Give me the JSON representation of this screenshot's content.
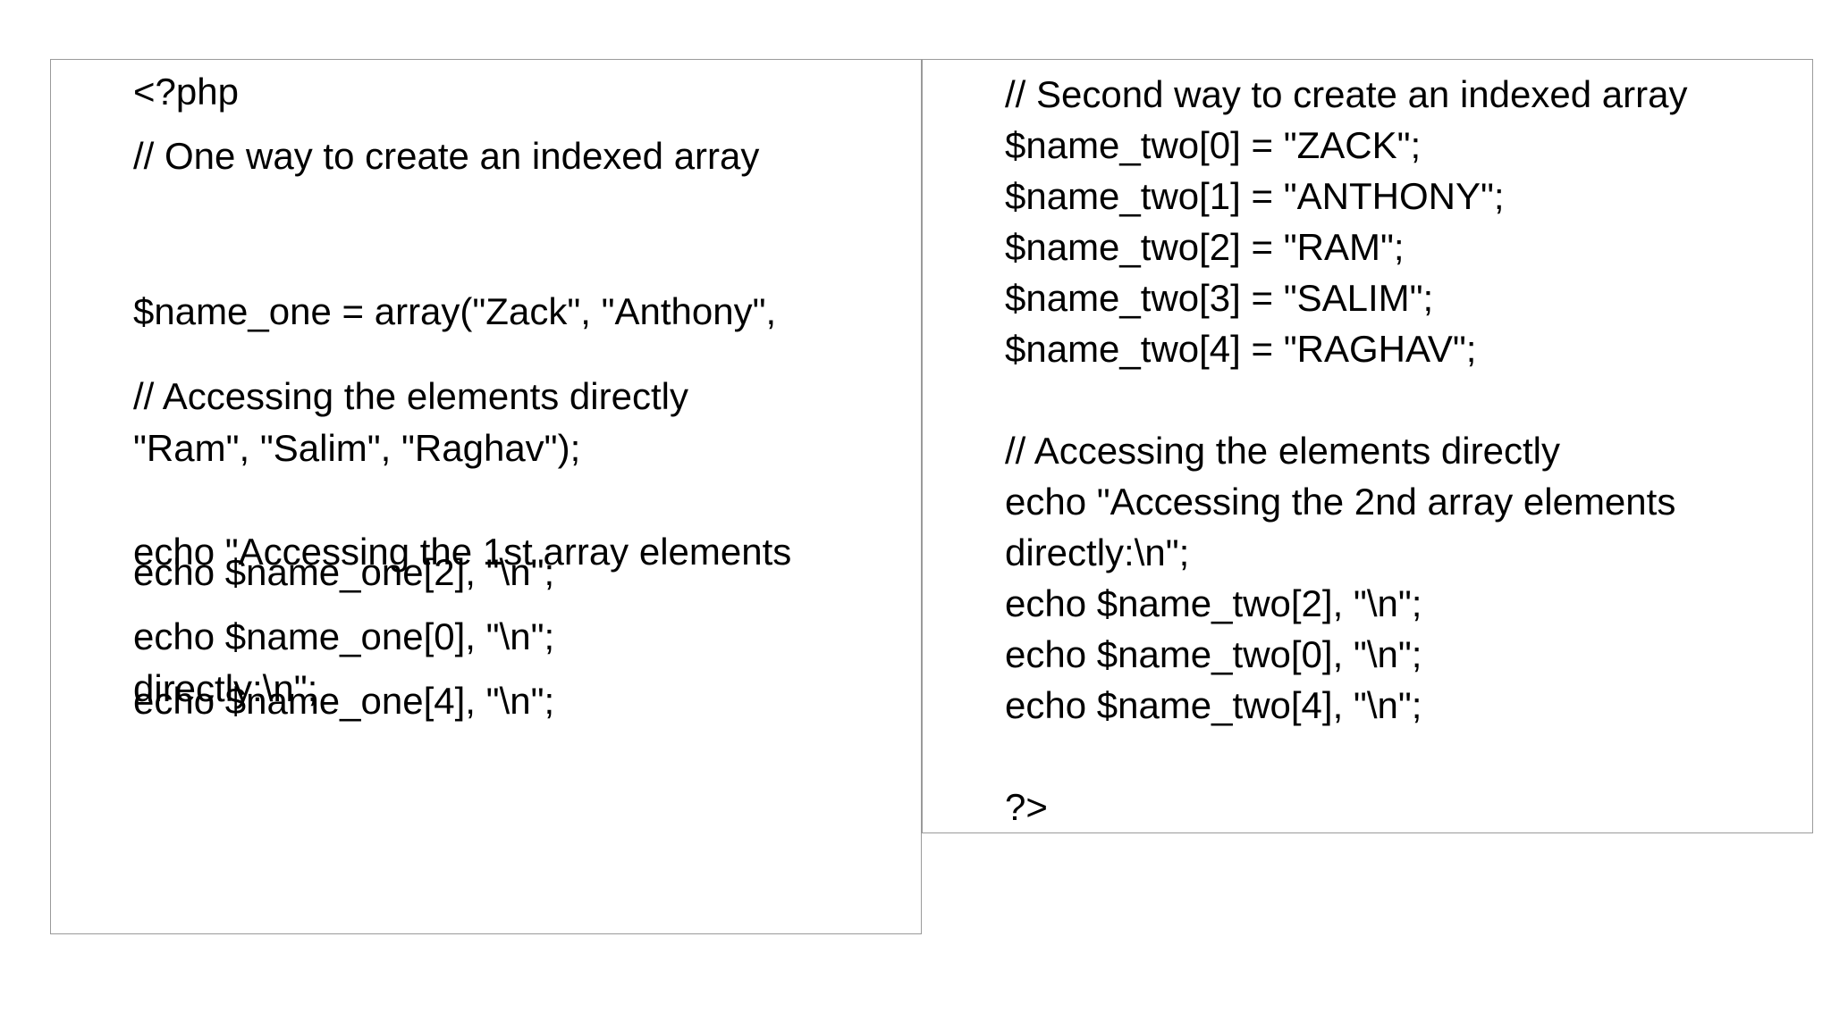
{
  "left_panel": {
    "open_tag": "<?php",
    "comment_one": "// One way to create an indexed array",
    "array_line_1": "$name_one = array(\"Zack\", \"Anthony\",",
    "array_line_2": "\"Ram\", \"Salim\", \"Raghav\");",
    "comment_access": "// Accessing the elements directly",
    "echo_heading_1": "echo \"Accessing the 1st array elements",
    "echo_heading_2": "directly:\\n\";",
    "echo_2": "echo $name_one[2], \"\\n\";",
    "echo_0": "echo $name_one[0], \"\\n\";",
    "echo_4": "echo $name_one[4], \"\\n\";"
  },
  "right_panel": {
    "comment_two": "// Second way to create an indexed array",
    "assign_0": "$name_two[0] = \"ZACK\";",
    "assign_1": "$name_two[1] = \"ANTHONY\";",
    "assign_2": "$name_two[2] = \"RAM\";",
    "assign_3": "$name_two[3] = \"SALIM\";",
    "assign_4": "$name_two[4] = \"RAGHAV\";",
    "comment_access": "// Accessing the elements directly",
    "echo_heading_1": "echo \"Accessing the 2nd array elements",
    "echo_heading_2": "directly:\\n\";",
    "echo_2": "echo $name_two[2], \"\\n\";",
    "echo_0": "echo $name_two[0], \"\\n\";",
    "echo_4": "echo $name_two[4], \"\\n\";",
    "close_tag": "?>"
  }
}
